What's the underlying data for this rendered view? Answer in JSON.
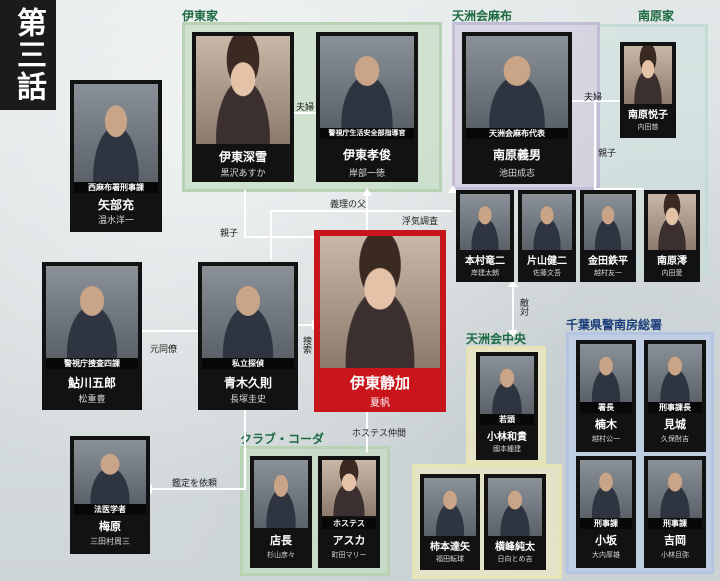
{
  "episode": "第三話",
  "groups": {
    "ito": "伊東家",
    "tensu_azabu": "天洲会麻布",
    "minamihara": "南原家",
    "tensu_chuo": "天洲会中央",
    "chiba": "千葉県警南房総署",
    "club": "クラブ・コーダ"
  },
  "characters": {
    "yabe": {
      "role": "西麻布署刑事課",
      "name": "矢部充",
      "actor": "温水洋一"
    },
    "miyuki": {
      "role": "",
      "name": "伊東深雪",
      "actor": "黒沢あすか"
    },
    "takatoshi": {
      "role": "警視庁生活安全部指導官",
      "name": "伊東孝俊",
      "actor": "岸部一徳"
    },
    "yoshio": {
      "role": "天洲会麻布代表",
      "name": "南原義男",
      "actor": "池田成志"
    },
    "etsuko": {
      "role": "",
      "name": "南原悦子",
      "actor": "内田慈"
    },
    "honmura": {
      "role": "",
      "name": "本村竜二",
      "actor": "岸建太朗"
    },
    "katayama": {
      "role": "",
      "name": "片山健二",
      "actor": "佐藤文吾"
    },
    "kaneda": {
      "role": "",
      "name": "金田鉄平",
      "actor": "越村友一"
    },
    "mio": {
      "role": "",
      "name": "南原澪",
      "actor": "内田愛"
    },
    "ayukawa": {
      "role": "警視庁捜査四課",
      "name": "鮎川五郎",
      "actor": "松重豊"
    },
    "aoki": {
      "role": "私立探偵",
      "name": "青木久則",
      "actor": "長塚圭史"
    },
    "shizuka": {
      "role": "",
      "name": "伊東静加",
      "actor": "夏帆"
    },
    "kobayashi": {
      "role": "若頭",
      "name": "小林和貴",
      "actor": "國本鍾建"
    },
    "kusunoki": {
      "role": "署長",
      "name": "楠木",
      "actor": "越村公一"
    },
    "mishiro": {
      "role": "刑事課長",
      "name": "見城",
      "actor": "久保酎吉"
    },
    "umehara": {
      "role": "法医学者",
      "name": "梅原",
      "actor": "三田村周三"
    },
    "tencho": {
      "role": "",
      "name": "店長",
      "actor": "杉山彦々"
    },
    "asuka": {
      "role": "ホステス",
      "name": "アスカ",
      "actor": "町田マリー"
    },
    "kakimoto": {
      "role": "",
      "name": "柿本達矢",
      "actor": "福田転球"
    },
    "yokomine": {
      "role": "",
      "name": "横峰純太",
      "actor": "日向とめ吉"
    },
    "kosaka": {
      "role": "刑事課",
      "name": "小坂",
      "actor": "大内厚雄"
    },
    "yoshida": {
      "role": "刑事課",
      "name": "吉岡",
      "actor": "小林且弥"
    }
  },
  "relations": {
    "fuufu_ito": "夫婦",
    "fuufu_minamihara": "夫婦",
    "oyako_ito": "親子",
    "oyako_minamihara": "親子",
    "giri_no_chichi": "義理の父",
    "uwaki_chousa": "浮気調査",
    "moto_douryou": "元同僚",
    "sousaku": "捜索",
    "tekitai": "敵対",
    "hostess_nakama": "ホステス仲間",
    "kantei_irai": "鑑定を依頼"
  }
}
